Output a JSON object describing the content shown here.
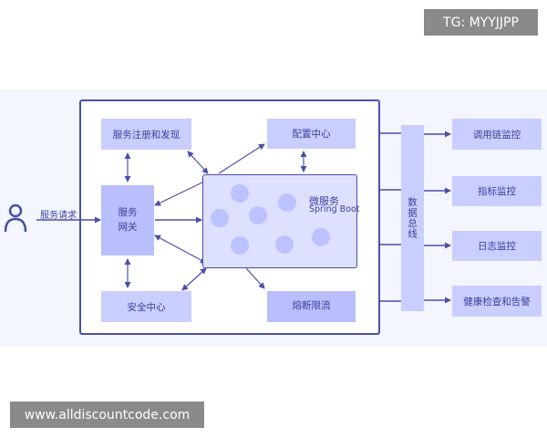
{
  "watermark": {
    "tg": "TG: MYYJJPP",
    "url": "www.alldiscountcode.com"
  },
  "client": {
    "request_label": "服务请求"
  },
  "framework": {
    "discovery": "服务注册和发现",
    "config": "配置中心",
    "gateway_line1": "服务",
    "gateway_line2": "网关",
    "security": "安全中心",
    "circuit_breaker": "熔断限流",
    "microservice_title": "微服务",
    "microservice_sub": "Spring Boot"
  },
  "bus": {
    "label": "数据总线"
  },
  "monitoring": [
    "调用链监控",
    "指标监控",
    "日志监控",
    "健康检查和告警"
  ],
  "colors": {
    "primary": "#4b4fa8",
    "box_fill": "#c9ceff",
    "band": "#f3f6ff",
    "text": "#3c3f9b"
  }
}
